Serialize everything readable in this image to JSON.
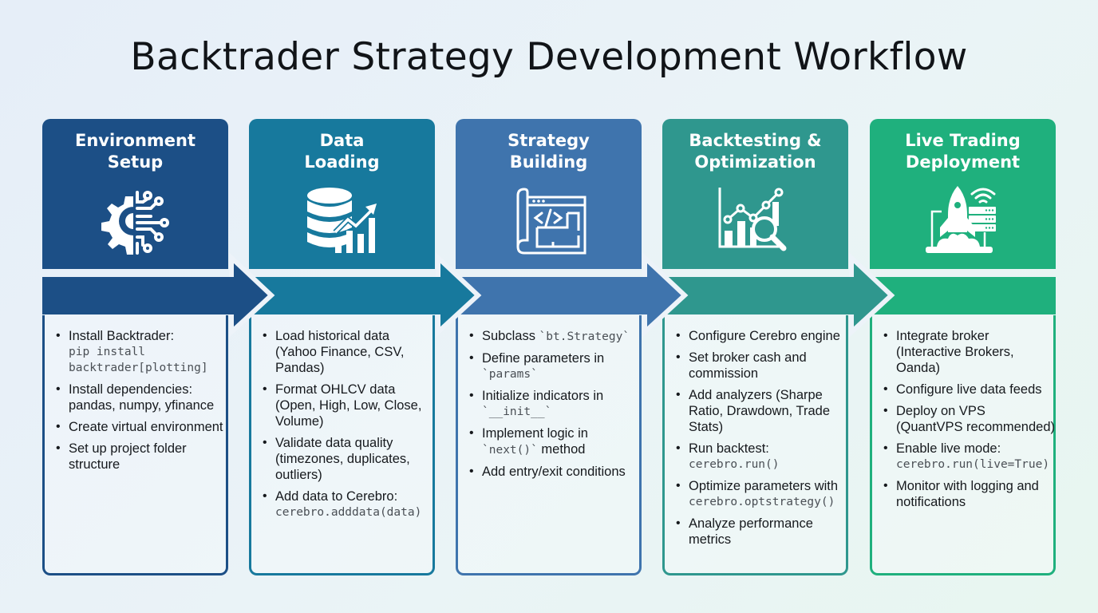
{
  "title": "Backtrader Strategy Development Workflow",
  "colors": {
    "stage1": "#1c4f86",
    "stage2": "#17799d",
    "stage3": "#3f74ad",
    "stage4": "#2f978e",
    "stage5": "#1fb07d"
  },
  "stages": [
    {
      "title_line1": "Environment",
      "title_line2": "Setup",
      "icon": "gear-circuit-icon",
      "items": [
        {
          "text": "Install Backtrader:",
          "code": "pip install backtrader[plotting]"
        },
        {
          "text": "Install dependencies: pandas, numpy, yfinance"
        },
        {
          "text": "Create virtual environment"
        },
        {
          "text": "Set up project folder structure"
        }
      ]
    },
    {
      "title_line1": "Data",
      "title_line2": "Loading",
      "icon": "database-chart-icon",
      "items": [
        {
          "text": "Load historical data (Yahoo Finance, CSV, Pandas)"
        },
        {
          "text": "Format OHLCV data (Open, High, Low, Close, Volume)"
        },
        {
          "text": "Validate data quality (timezones, duplicates, outliers)"
        },
        {
          "text": "Add data to Cerebro:",
          "code": "cerebro.adddata(data)"
        }
      ]
    },
    {
      "title_line1": "Strategy",
      "title_line2": "Building",
      "icon": "code-blueprint-icon",
      "items": [
        {
          "text": "Subclass ",
          "icode": "`bt.Strategy`"
        },
        {
          "text": "Define parameters in",
          "code": "`params`"
        },
        {
          "text": "Initialize indicators in",
          "code": "`__init__`"
        },
        {
          "text": "Implement logic in",
          "icode_line": "`next()`",
          "after": " method"
        },
        {
          "text": "Add entry/exit conditions"
        }
      ]
    },
    {
      "title_line1": "Backtesting &",
      "title_line2": "Optimization",
      "icon": "chart-magnifier-icon",
      "items": [
        {
          "text": "Configure Cerebro engine"
        },
        {
          "text": "Set broker cash and commission"
        },
        {
          "text": "Add analyzers (Sharpe Ratio, Drawdown, Trade Stats)"
        },
        {
          "text": "Run backtest:",
          "code": "cerebro.run()"
        },
        {
          "text": "Optimize parameters with",
          "code": "cerebro.optstrategy()"
        },
        {
          "text": "Analyze performance metrics"
        }
      ]
    },
    {
      "title_line1": "Live Trading",
      "title_line2": "Deployment",
      "icon": "rocket-server-icon",
      "items": [
        {
          "text": "Integrate broker (Interactive Brokers, Oanda)"
        },
        {
          "text": "Configure live data feeds"
        },
        {
          "text": "Deploy on VPS (QuantVPS recommended)"
        },
        {
          "text": "Enable live mode:",
          "code": "cerebro.run(live=True)"
        },
        {
          "text": "Monitor with logging and notifications"
        }
      ]
    }
  ]
}
